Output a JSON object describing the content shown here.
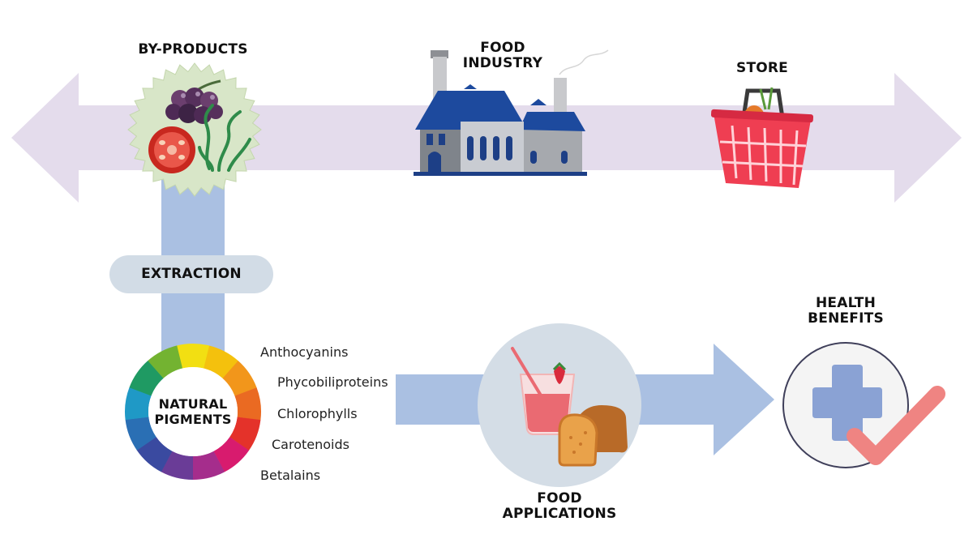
{
  "labels": {
    "by_products": "BY-PRODUCTS",
    "food_industry": "FOOD\nINDUSTRY",
    "store": "STORE",
    "extraction": "EXTRACTION",
    "natural_pigments": "NATURAL\nPIGMENTS",
    "health_benefits": "HEALTH\nBENEFITS",
    "food_applications": "FOOD\nAPPLICATIONS"
  },
  "pigments": [
    "Anthocyanins",
    "Phycobiliproteins",
    "Chlorophylls",
    "Carotenoids",
    "Betalains"
  ],
  "colors": {
    "top_arrow": "#e4dcec",
    "flow_blue": "#aac0e2",
    "extraction_pill": "#d2dce6",
    "food_circle": "#d4dde6",
    "health_circle": "#f4f4f4",
    "cross": "#8aa2d4",
    "check": "#ef8482",
    "factory_roof": "#1d4a9e"
  },
  "wheel_colors": [
    "#f2df12",
    "#f4c10d",
    "#f2961b",
    "#ea6a22",
    "#e4322a",
    "#d81b6e",
    "#a52d8c",
    "#6a3c97",
    "#3a4aa0",
    "#2a6fb4",
    "#1f99c6",
    "#1f9a63",
    "#73b331"
  ]
}
